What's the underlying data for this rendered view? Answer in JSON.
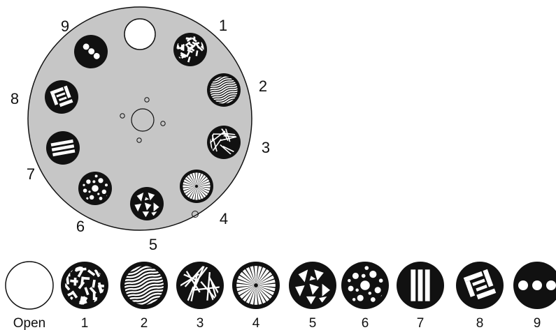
{
  "wheel": {
    "number_labels": [
      "1",
      "2",
      "3",
      "4",
      "5",
      "6",
      "7",
      "8",
      "9"
    ],
    "slots": [
      {
        "label": "1",
        "pattern": "random-bars-gobo"
      },
      {
        "label": "2",
        "pattern": "wavy-lines-gobo"
      },
      {
        "label": "3",
        "pattern": "crossed-lines-gobo"
      },
      {
        "label": "4",
        "pattern": "radial-burst-gobo"
      },
      {
        "label": "5",
        "pattern": "triangle-shards-gobo"
      },
      {
        "label": "6",
        "pattern": "dots-gobo"
      },
      {
        "label": "7",
        "pattern": "horizontal-bars-gobo"
      },
      {
        "label": "8",
        "pattern": "square-frame-gobo"
      },
      {
        "label": "9",
        "pattern": "three-dots-gobo"
      }
    ],
    "open_slot": "open-aperture"
  },
  "legend": {
    "items": [
      {
        "label": "Open",
        "pattern": "open-aperture"
      },
      {
        "label": "1",
        "pattern": "random-bars-gobo"
      },
      {
        "label": "2",
        "pattern": "wavy-lines-gobo"
      },
      {
        "label": "3",
        "pattern": "crossed-lines-gobo"
      },
      {
        "label": "4",
        "pattern": "radial-burst-gobo"
      },
      {
        "label": "5",
        "pattern": "triangle-shards-gobo"
      },
      {
        "label": "6",
        "pattern": "dots-gobo"
      },
      {
        "label": "7",
        "pattern": "vertical-bars-gobo"
      },
      {
        "label": "8",
        "pattern": "square-frame-gobo"
      },
      {
        "label": "9",
        "pattern": "three-dots-gobo"
      }
    ]
  },
  "colors": {
    "wheel_fill": "#c6c6c6",
    "outline": "#111111",
    "gobo_fill": "#111111",
    "pattern_fill": "#ffffff"
  }
}
